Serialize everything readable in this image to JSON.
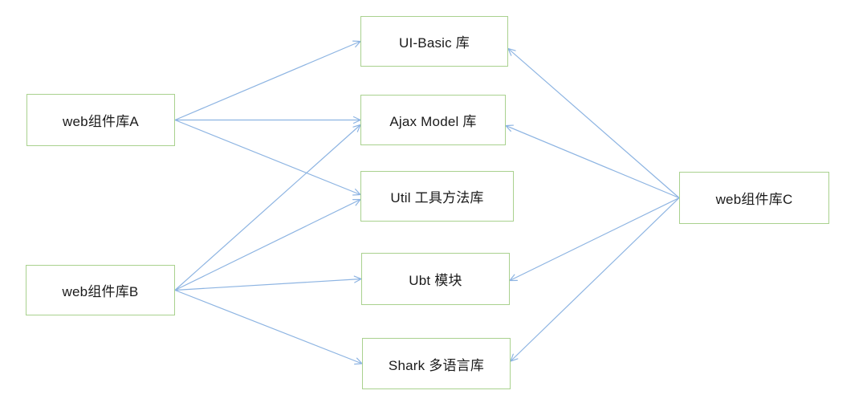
{
  "diagram": {
    "title": "web component library dependency diagram",
    "nodes": [
      {
        "id": "web-lib-a",
        "label": "web组件库A"
      },
      {
        "id": "web-lib-b",
        "label": "web组件库B"
      },
      {
        "id": "web-lib-c",
        "label": "web组件库C"
      },
      {
        "id": "ui-basic",
        "label": "UI-Basic 库"
      },
      {
        "id": "ajax-model",
        "label": "Ajax Model 库"
      },
      {
        "id": "util",
        "label": "Util 工具方法库"
      },
      {
        "id": "ubt",
        "label": "Ubt 模块"
      },
      {
        "id": "shark",
        "label": "Shark 多语言库"
      }
    ],
    "edges": [
      {
        "from": "web-lib-a",
        "to": "ui-basic"
      },
      {
        "from": "web-lib-a",
        "to": "ajax-model"
      },
      {
        "from": "web-lib-a",
        "to": "util"
      },
      {
        "from": "web-lib-b",
        "to": "ajax-model"
      },
      {
        "from": "web-lib-b",
        "to": "util"
      },
      {
        "from": "web-lib-b",
        "to": "ubt"
      },
      {
        "from": "web-lib-b",
        "to": "shark"
      },
      {
        "from": "web-lib-c",
        "to": "ui-basic"
      },
      {
        "from": "web-lib-c",
        "to": "ajax-model"
      },
      {
        "from": "web-lib-c",
        "to": "ubt"
      },
      {
        "from": "web-lib-c",
        "to": "shark"
      }
    ]
  },
  "colors": {
    "box_border": "#a9d18e",
    "arrow": "#8db4e2",
    "text": "#1a1a1a",
    "background": "#ffffff"
  }
}
